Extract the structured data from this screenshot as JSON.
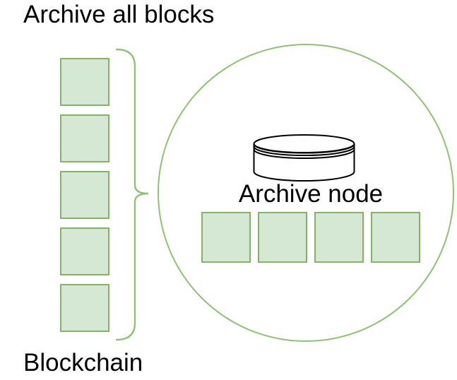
{
  "header": {
    "title": "Archive all blocks"
  },
  "blockchain": {
    "label": "Blockchain",
    "block_count": 5
  },
  "archive_node": {
    "label": "Archive node",
    "block_count": 4,
    "icon": "database-cylinder-icon"
  },
  "colors": {
    "background": "#ffffff",
    "block_fill": "#d5e8d4",
    "block_border": "#82b366",
    "green_outline": "#8fc272",
    "icon_stroke": "#000000",
    "text": "#000000"
  }
}
